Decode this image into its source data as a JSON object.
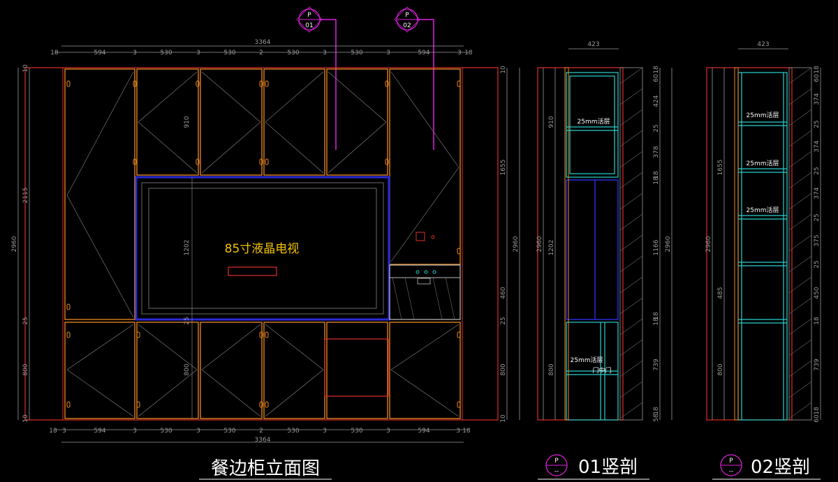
{
  "colors": {
    "background": "#000000",
    "cabinet": "#f08a20",
    "frame": "#e0302a",
    "tv": "#2a2ad8",
    "dimension": "#9a9a9a",
    "section_line": "#e020e0",
    "shelf": "#2bd0d0",
    "text": "#ffffff",
    "tv_text": "#f5c400"
  },
  "elevation": {
    "title": "餐边柜立面图",
    "tv_label": "85寸液晶电视",
    "top_dims": [
      "18",
      "594",
      "3",
      "530",
      "3",
      "530",
      "2",
      "530",
      "3",
      "530",
      "3",
      "594",
      "3",
      "18"
    ],
    "top_total": "3364",
    "bottom_dims": [
      "18",
      "3",
      "594",
      "3",
      "530",
      "3",
      "530",
      "2",
      "530",
      "3",
      "530",
      "3",
      "594",
      "3",
      "18"
    ],
    "bottom_total": "3364",
    "left_dims": [
      "10",
      "2115",
      "25",
      "800",
      "10"
    ],
    "left_total": "2960",
    "right_dims": [
      "10",
      "1655",
      "460",
      "25",
      "800",
      "10"
    ],
    "right_total": "2960",
    "inner_dims": [
      "910",
      "1202",
      "800",
      "25"
    ]
  },
  "sections": [
    {
      "marker_top": "P",
      "marker_bottom": "01",
      "title_marker_top": "P",
      "title_marker_bottom": "--",
      "title": "01竖剖",
      "width_dim": "423",
      "left_dims": [
        "910",
        "1202",
        "800",
        "2960"
      ],
      "right_dims": [
        "18",
        "60",
        "424",
        "25",
        "378",
        "18",
        "18",
        "1166",
        "18",
        "18",
        "739",
        "18",
        "58"
      ],
      "right_total": "2960",
      "shelf_labels": [
        "25mm活层",
        "25mm活层"
      ],
      "door_label": "门中门"
    },
    {
      "marker_top": "P",
      "marker_bottom": "02",
      "title_marker_top": "P",
      "title_marker_bottom": "--",
      "title": "02竖剖",
      "width_dim": "423",
      "left_dims": [
        "1655",
        "485",
        "800",
        "2960"
      ],
      "right_dims": [
        "18",
        "60",
        "374",
        "25",
        "374",
        "25",
        "374",
        "25",
        "375",
        "25",
        "450",
        "18",
        "739",
        "18",
        "60"
      ],
      "shelf_labels": [
        "25mm活层",
        "25mm活层",
        "25mm活层"
      ]
    }
  ]
}
